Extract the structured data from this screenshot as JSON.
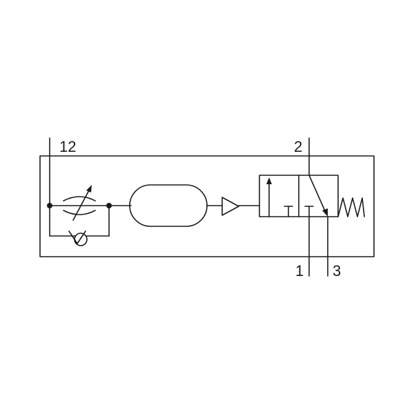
{
  "diagram": {
    "ports": {
      "port_12": "12",
      "port_2": "2",
      "port_1": "1",
      "port_3": "3"
    },
    "colors": {
      "line": "#1a1a1a",
      "background": "#ffffff"
    }
  }
}
